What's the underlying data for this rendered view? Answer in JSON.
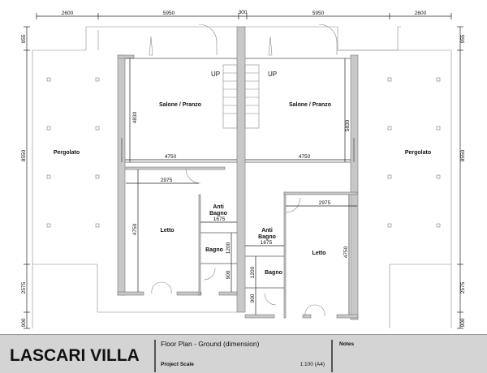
{
  "drawing": {
    "top_dims": [
      "2600",
      "5950",
      "300",
      "5950",
      "2600"
    ],
    "side_dims_left": [
      "955",
      "8550",
      "2575",
      "900"
    ],
    "side_dims_right": [
      "955",
      "8550",
      "2575",
      "900"
    ],
    "up_labels": [
      "UP",
      "UP"
    ],
    "rooms": {
      "salone_left": "Salone / Pranzo",
      "salone_right": "Salone / Pranzo",
      "pergolato_left": "Pergolato",
      "pergolato_right": "Pergolato",
      "letto_left": "Letto",
      "letto_right": "Letto",
      "antibagno_left_1": "Anti",
      "antibagno_left_2": "Bagno",
      "antibagno_right_1": "Anti",
      "antibagno_right_2": "Bagno",
      "bagno_left": "Bagno",
      "bagno_right": "Bagno"
    },
    "inner_dims": {
      "salone_left_h": "4830",
      "salone_right_h": "5830",
      "width_left": "4750",
      "width_right": "4750",
      "letto_left_w": "2975",
      "letto_right_w": "2975",
      "letto_left_h": "4750",
      "letto_right_h": "4750",
      "anti_left_w": "1675",
      "anti_right_w": "1675",
      "bagno_left_h": "1200",
      "bagno_right_h": "1200",
      "wc_left_h": "900",
      "wc_right_h": "900"
    }
  },
  "title_block": {
    "project_name": "LASCARI VILLA",
    "sheet_title": "Floor Plan - Ground (dimension)",
    "scale_label": "Project Scale",
    "scale_value": "1:100 (A4)",
    "notes_label": "Notes"
  }
}
